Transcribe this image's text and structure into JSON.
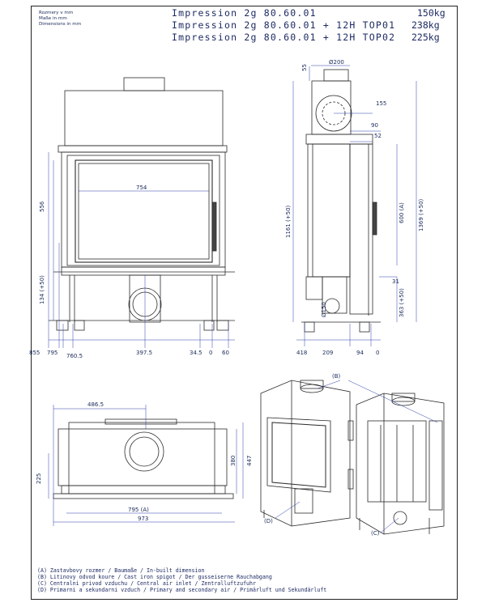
{
  "header": {
    "units": [
      "Rozmery v mm",
      "Maße in mm",
      "Dimensions in mm"
    ],
    "products": [
      {
        "name": "Impression  2g 80.60.01",
        "weight": "150kg"
      },
      {
        "name": "Impression  2g 80.60.01 + 12H TOP01",
        "weight": "238kg"
      },
      {
        "name": "Impression  2g 80.60.01 + 12H TOP02",
        "weight": "225kg"
      }
    ]
  },
  "front_view": {
    "width_label": "754",
    "height_label": "556",
    "side_label": "134 (+50)",
    "bottom": [
      "855",
      "795",
      "760.5",
      "397.5",
      "34.5",
      "0",
      "60"
    ]
  },
  "side_view": {
    "top": [
      "55",
      "Ø200"
    ],
    "right_small": [
      "155",
      "90",
      "52"
    ],
    "vertical": [
      "1161 (+50)",
      "600 (A)",
      "1369 (+50)",
      "31",
      "363 (+50)",
      "Ø150"
    ],
    "bottom": [
      "418",
      "209",
      "94",
      "0"
    ]
  },
  "top_view": {
    "labels": [
      "486.5",
      "225",
      "380",
      "447",
      "795 (A)",
      "973"
    ]
  },
  "iso_labels": [
    "(B)",
    "(D)",
    "(C)"
  ],
  "legend": [
    "(A)  Zastavbovy rozmer / Baumaße / In-built dimension",
    "(B)  Litinovy odvod koure / Cast iron spigot / Der gusseiserne Rauchabgang",
    "(C)  Centralni privod vzduchu / Central air inlet / Zentralluftzufuhr",
    "(D)  Primarni a sekundarni vzduch / Primary and secondary air / Primärluft und Sekundärluft"
  ],
  "colors": {
    "ink": "#1e2b63",
    "line": "#2a2a2a",
    "dim": "#2d3fa8"
  }
}
